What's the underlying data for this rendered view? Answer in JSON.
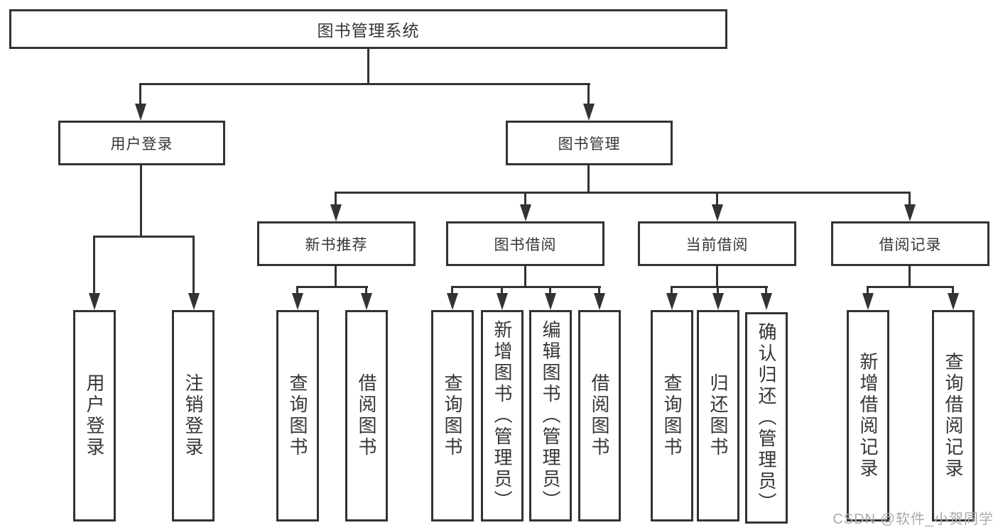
{
  "diagram": {
    "root": {
      "label": "图书管理系统"
    },
    "user_login": {
      "label": "用户登录"
    },
    "book_management": {
      "label": "图书管理"
    },
    "login_children": [
      {
        "label": "用户登录"
      },
      {
        "label": "注销登录"
      }
    ],
    "modules": [
      {
        "label": "新书推荐"
      },
      {
        "label": "图书借阅"
      },
      {
        "label": "当前借阅"
      },
      {
        "label": "借阅记录"
      }
    ],
    "newbook_children": [
      {
        "label": "查询图书"
      },
      {
        "label": "借阅图书"
      }
    ],
    "borrow_children": [
      {
        "label": "查询图书"
      },
      {
        "label": "新增图书（管理员）"
      },
      {
        "label": "编辑图书（管理员）"
      },
      {
        "label": "借阅图书"
      }
    ],
    "current_children": [
      {
        "label": "查询图书"
      },
      {
        "label": "归还图书"
      },
      {
        "label": "确认归还（管理员）"
      }
    ],
    "record_children": [
      {
        "label": "新增借阅记录"
      },
      {
        "label": "查询借阅记录"
      }
    ]
  },
  "watermark": {
    "text": "CSDN @软件_小贺同学"
  },
  "colors": {
    "line": "#333333",
    "text": "#363636",
    "watermark": "#ababab",
    "background": "#ffffff"
  }
}
